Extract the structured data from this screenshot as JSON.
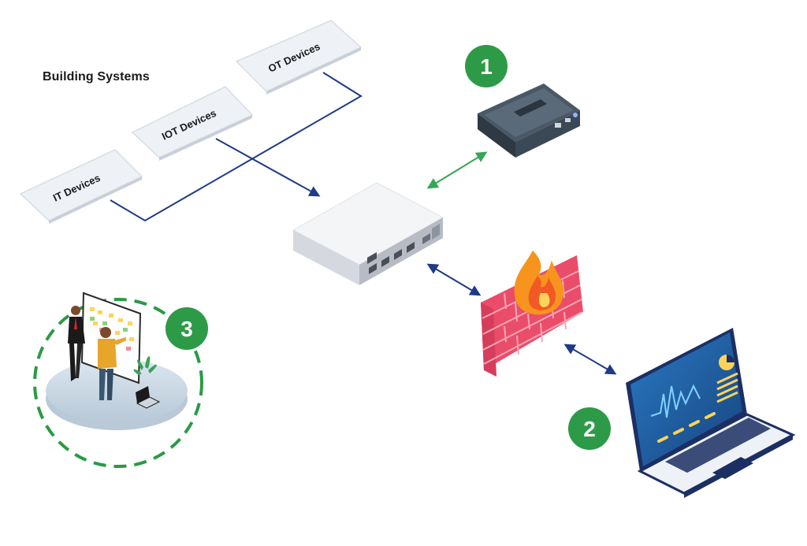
{
  "diagram": {
    "title": "Building Systems",
    "devices": {
      "ot": "OT Devices",
      "iot": "IOT Devices",
      "it": "IT Devices"
    },
    "badges": {
      "one": "1",
      "two": "2",
      "three": "3"
    },
    "colors": {
      "badge_green": "#2d9a47",
      "wire_navy": "#1f3a87",
      "link_green": "#34a853",
      "dashed_ring": "#2a9a44",
      "firewall_pink": "#ea4d6a",
      "flame_orange": "#f7941d",
      "laptop_navy": "#1b2f63",
      "screen_blue": "#1e63a8"
    }
  }
}
